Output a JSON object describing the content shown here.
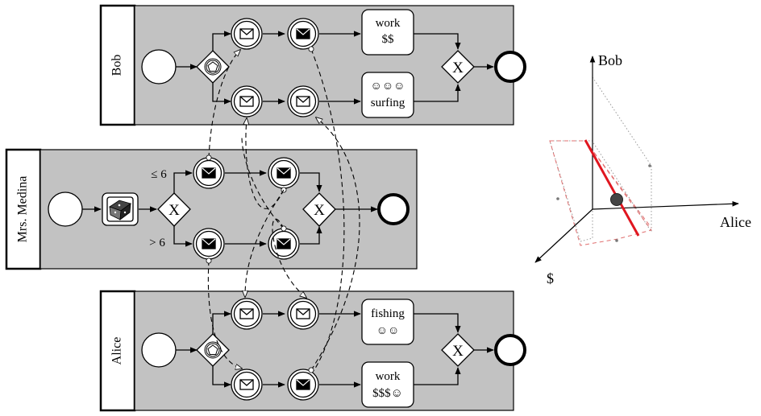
{
  "colors": {
    "lane_fill": "#c2c2c2",
    "stroke": "#000000",
    "solution_line": "#e0161f",
    "dashed_plane": "#e07070",
    "dotted_plane": "#999999"
  },
  "pools": {
    "bob": {
      "label": "Bob",
      "upper_task": {
        "line1": "work",
        "line2": "$$"
      },
      "lower_task": {
        "line1": "☺☺☺",
        "line2": "surfing"
      }
    },
    "medina": {
      "label": "Mrs. Medina",
      "upper_condition": "≤ 6",
      "lower_condition": "> 6"
    },
    "alice": {
      "label": "Alice",
      "upper_task": {
        "line1": "fishing",
        "line2": "☺☺"
      },
      "lower_task": {
        "line1": "work",
        "line2": "$$$☺"
      }
    }
  },
  "gateway_symbol": "X",
  "axes": {
    "vertical": "Bob",
    "horizontal": "Alice",
    "depth": "$"
  },
  "icons": {
    "start": "start-event-icon",
    "end": "end-event-icon",
    "receive": "envelope-catch-icon",
    "send": "envelope-throw-icon",
    "event_gateway": "pentagon-gateway-icon",
    "dice_task": "dice-script-task-icon"
  }
}
